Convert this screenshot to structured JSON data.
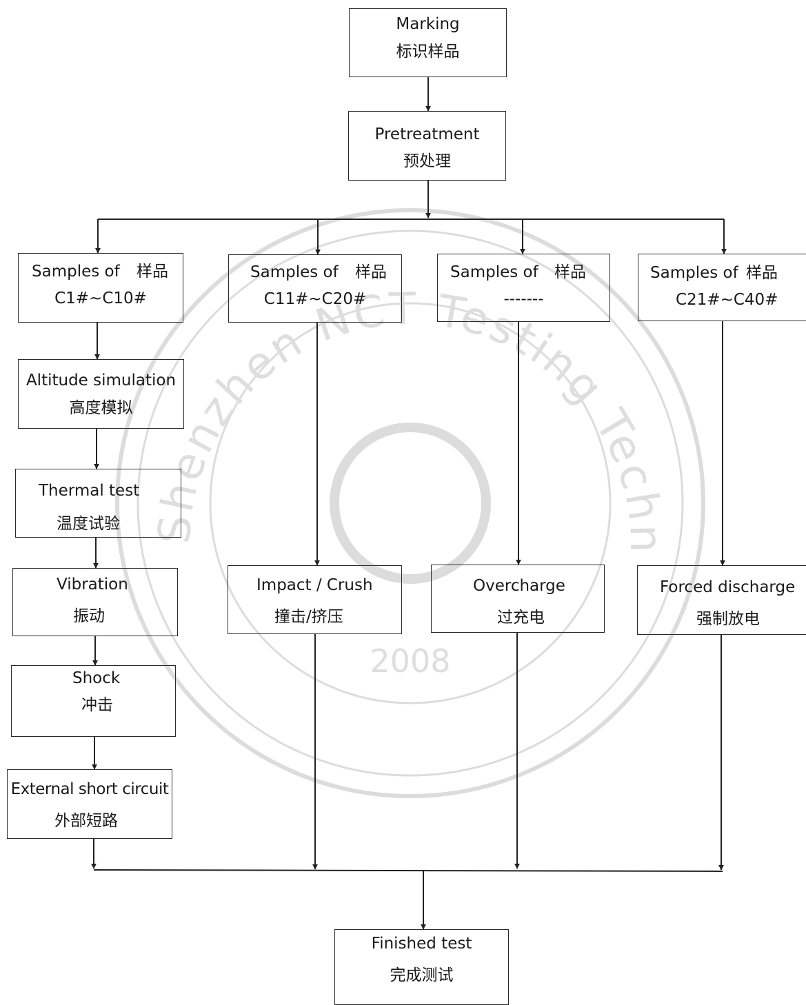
{
  "watermark": {
    "ring_text": "Shenzhen NCT Testing Technology Co., Ltd.",
    "year": "2008"
  },
  "nodes": {
    "marking": {
      "en": "Marking",
      "cn": "标识样品"
    },
    "pretreatment": {
      "en": "Pretreatment",
      "cn": "预处理"
    },
    "samples_c1_c10": {
      "en": "Samples of",
      "cn": "样品",
      "ids": "C1#~C10#"
    },
    "samples_c11_c20": {
      "en": "Samples of",
      "cn": "样品",
      "ids": "C11#~C20#"
    },
    "samples_blank": {
      "en": "Samples of",
      "cn": "样品",
      "ids": "-------"
    },
    "samples_c21_c40": {
      "en": "Samples of",
      "cn": "样品",
      "ids": "C21#~C40#"
    },
    "altitude": {
      "en": "Altitude simulation",
      "cn": "高度模拟"
    },
    "thermal": {
      "en": "Thermal test",
      "cn": "温度试验"
    },
    "vibration": {
      "en": "Vibration",
      "cn": "振动"
    },
    "shock": {
      "en": "Shock",
      "cn": "冲击"
    },
    "short_circuit": {
      "en": "External short circuit",
      "cn": "外部短路"
    },
    "impact": {
      "en": "Impact / Crush",
      "cn": "撞击/挤压"
    },
    "overcharge": {
      "en": "Overcharge",
      "cn": "过充电"
    },
    "forced_discharge": {
      "en": "Forced discharge",
      "cn": "强制放电"
    },
    "finished": {
      "en": "Finished test",
      "cn": "完成测试"
    }
  }
}
